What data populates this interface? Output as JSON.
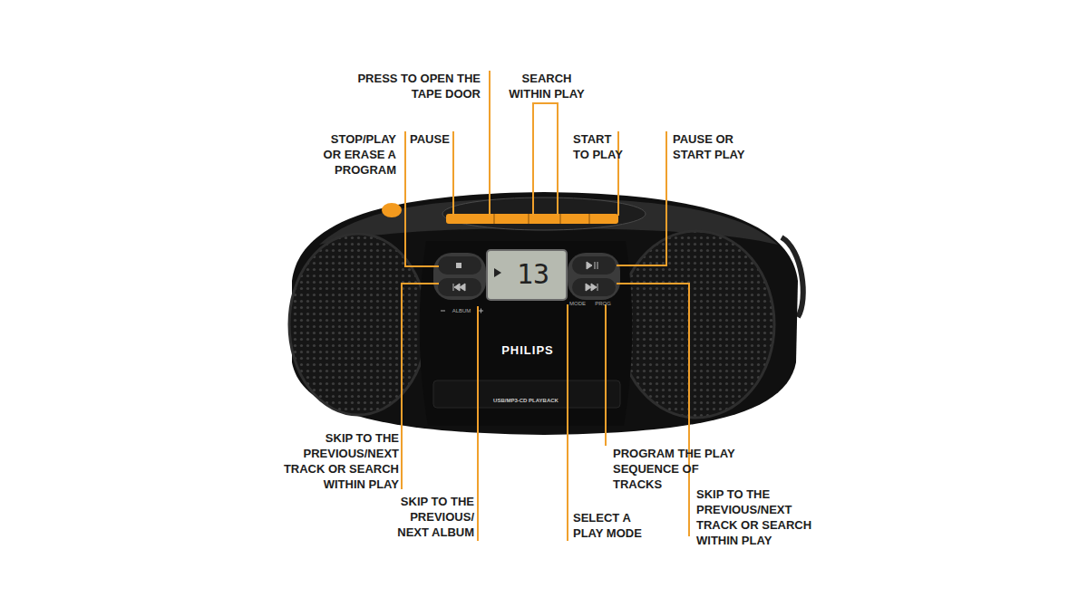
{
  "diagram": {
    "labels": [
      "PRESS TO OPEN THE TAPE DOOR",
      "SEARCH WITHIN PLAY",
      "STOP/PLAY OR ERASE A PROGRAM",
      "PAUSE",
      "START TO PLAY",
      "PAUSE OR START PLAY",
      "13",
      "ALBUM",
      "MODE",
      "PROG",
      "PHILIPS",
      "USB/MP3-CD PLAYBACK",
      "SKIP TO THE PREVIOUS/NEXT TRACK OR SEARCH WITHIN PLAY",
      "PROGRAM THE PLAY SEQUENCE OF TRACKS",
      "SKIP TO THE PREVIOUS/ NEXT ALBUM",
      "SELECT A PLAY MODE",
      "SKIP TO THE PREVIOUS/NEXT TRACK OR SEARCH WITHIN PLAY"
    ]
  }
}
